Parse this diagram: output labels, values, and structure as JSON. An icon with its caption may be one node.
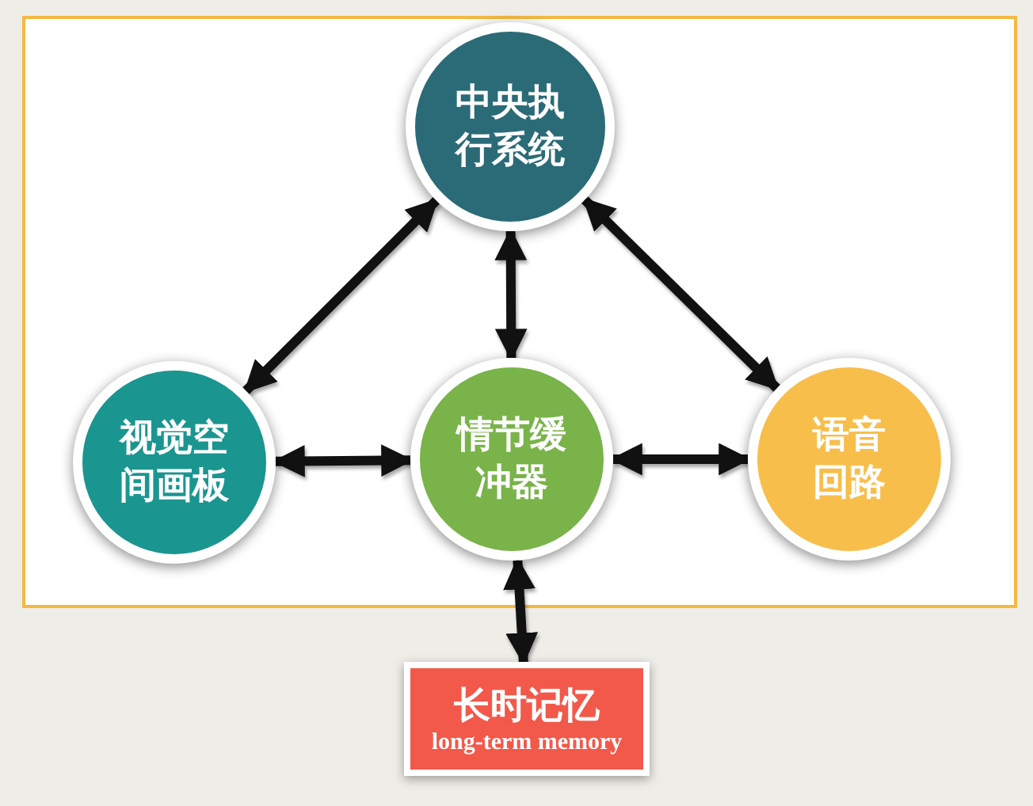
{
  "diagram": {
    "nodes": [
      {
        "text": [
          "中央执行系统"
        ]
      },
      {
        "text": [
          "视觉空间画板"
        ]
      },
      {
        "text": [
          "情节缓冲器"
        ]
      },
      {
        "text": [
          "语音回路"
        ]
      },
      {
        "text": [
          "长时记忆",
          "long-term memory"
        ]
      }
    ],
    "edges": [
      {
        "from": 0,
        "to": 1,
        "arrow": "both"
      },
      {
        "from": 0,
        "to": 2,
        "arrow": "both"
      },
      {
        "from": 0,
        "to": 3,
        "arrow": "both"
      },
      {
        "from": 1,
        "to": 2,
        "arrow": "both"
      },
      {
        "from": 2,
        "to": 3,
        "arrow": "both"
      },
      {
        "from": 2,
        "to": 4,
        "arrow": "both"
      }
    ]
  }
}
